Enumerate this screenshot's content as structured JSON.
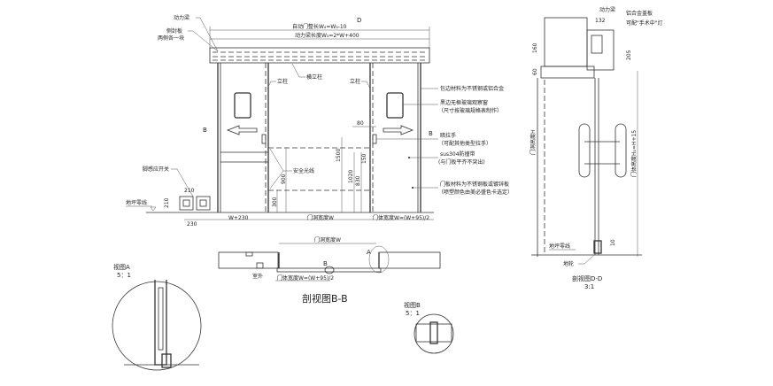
{
  "elevation": {
    "power_beam": "动力梁",
    "side_seal": "侧封板",
    "side_seal_note": "两侧各一块",
    "d_mark": "D",
    "door_length": "自动门整长W₄=W₃-10",
    "beam_length": "动力梁长度W₃=2*W+400",
    "transom": "横立柱",
    "post_left": "立柱",
    "post_right": "立柱",
    "edge_material": "包边材料为不锈钢或铝合金",
    "window": "黑边无框玻璃观察窗",
    "window_note": "（尺寸按玻璃规格表制作）",
    "b_mark_left": "B",
    "b_mark_right": "B",
    "handle": "暗拉手",
    "handle_note": "（可配其他类型拉手）",
    "bumper": "sus304防撞带",
    "bumper_note": "(与门板平齐不突出)",
    "panel_material": "门板材料为不锈钢板或镀锌板",
    "panel_note": "（喷塑颜色由美必盛色卡选定）",
    "foot_switch": "脚感应开关",
    "safety_beam": "安全光线",
    "floor_line": "地坪零线",
    "dims": {
      "d80": "80",
      "d1500": "1500",
      "d150": "150",
      "d1020": "1020",
      "d830": "830",
      "d900": "900",
      "d300": "300",
      "d210a": "210",
      "d210b": "210",
      "d230": "230",
      "w230": "W+230",
      "opening_width": "门洞宽度W",
      "door_width": "门体宽度W=(W+95)/2"
    }
  },
  "plan": {
    "opening_width": "门洞宽度W",
    "a_mark": "A",
    "b_mark": "B",
    "outdoor": "室外",
    "door_width": "门体宽度W=(W+95)/2",
    "title": "剖视图B-B"
  },
  "view_a": {
    "title": "视图A",
    "scale": "5：1"
  },
  "view_b": {
    "title": "视图B",
    "scale": "5：1"
  },
  "section_dd": {
    "power_beam": "动力梁",
    "cover": "铝合金盖板",
    "light": "可配\"手术中\"灯",
    "d132": "132",
    "d160": "160",
    "d60": "60",
    "d205": "205",
    "opening_height": "门洞高度H",
    "door_height": "门体高度H₁=H+15",
    "d10": "10",
    "floor_line": "地坪零线",
    "floor_wheel": "地轮",
    "title": "剖视图D-D",
    "scale": "3:1"
  }
}
